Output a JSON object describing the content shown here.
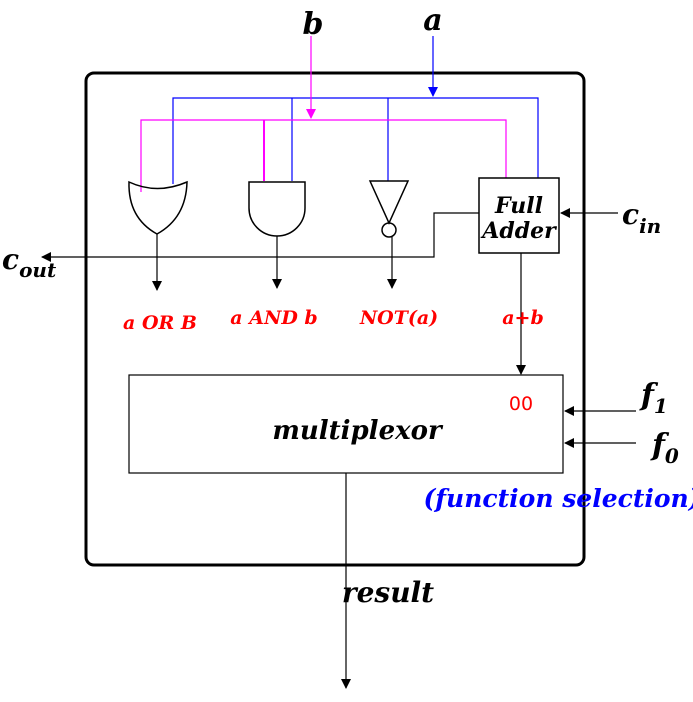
{
  "inputs": {
    "a": "a",
    "b": "b",
    "cin_base": "c",
    "cin_sub": "in",
    "f1_base": "f",
    "f1_sub": "1",
    "f0_base": "f",
    "f0_sub": "0"
  },
  "outputs": {
    "cout_base": "c",
    "cout_sub": "out",
    "result": "result"
  },
  "gate_outputs": {
    "or": "a OR B",
    "and": "a AND b",
    "not": "NOT(a)",
    "sum": "a+b"
  },
  "full_adder": {
    "line1": "Full",
    "line2": "Adder"
  },
  "mux": {
    "label": "multiplexor",
    "select_value": "00",
    "selection_caption": "(function selection)"
  },
  "colors": {
    "a_wire": "#0000ff",
    "b_wire": "#ff00ff",
    "label_red": "#ff0000",
    "label_blue": "#0000ff",
    "stroke": "#000000"
  }
}
